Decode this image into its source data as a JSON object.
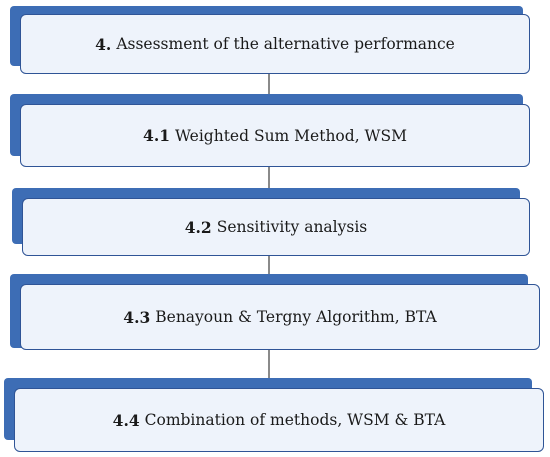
{
  "steps": [
    {
      "number": "4.",
      "label": "Assessment of the alternative performance"
    },
    {
      "number": "4.1",
      "label": "Weighted Sum Method, WSM"
    },
    {
      "number": "4.2",
      "label": "Sensitivity analysis"
    },
    {
      "number": "4.3",
      "label": "Benayoun & Tergny Algorithm, BTA"
    },
    {
      "number": "4.4",
      "label": "Combination of methods, WSM & BTA"
    }
  ],
  "colors": {
    "box_fill": "#eef3fb",
    "box_border": "#2f5496",
    "shadow": "#3d6db5",
    "connector": "#8a8a8a"
  }
}
